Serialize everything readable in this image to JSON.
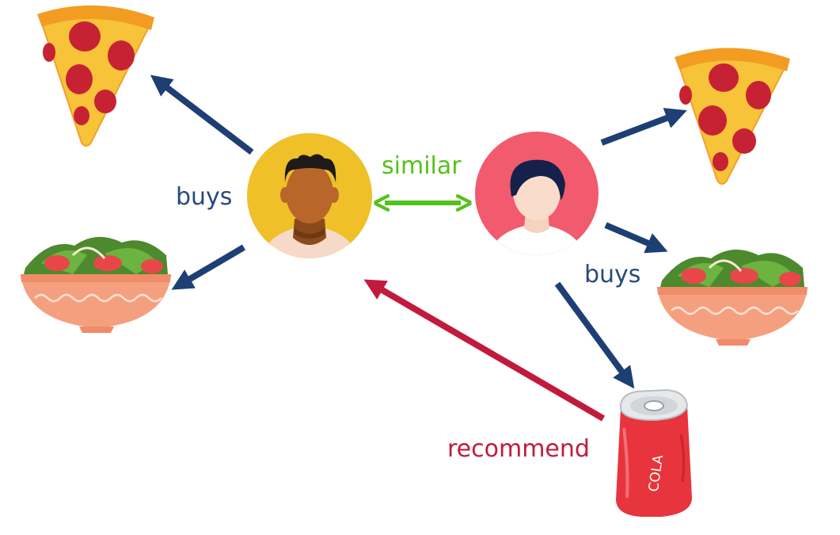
{
  "labels": {
    "buys_left": "buys",
    "buys_right": "buys",
    "similar": "similar",
    "recommend": "recommend",
    "cola_text": "COLA"
  },
  "icons": {
    "user_a": "person-avatar-icon",
    "user_b": "person-avatar-icon",
    "pizza": "pizza-slice-icon",
    "salad": "salad-bowl-icon",
    "cola": "cola-can-icon"
  },
  "colors": {
    "buys_arrow": "#1e3f73",
    "similar_arrow": "#55c21b",
    "recommend_arrow": "#c21a3c",
    "buys_text": "#2a4a7a",
    "similar_text": "#55c21b",
    "recommend_text": "#c21a3c",
    "user_a_bg": "#f0c028",
    "user_b_bg": "#f25a6e"
  }
}
